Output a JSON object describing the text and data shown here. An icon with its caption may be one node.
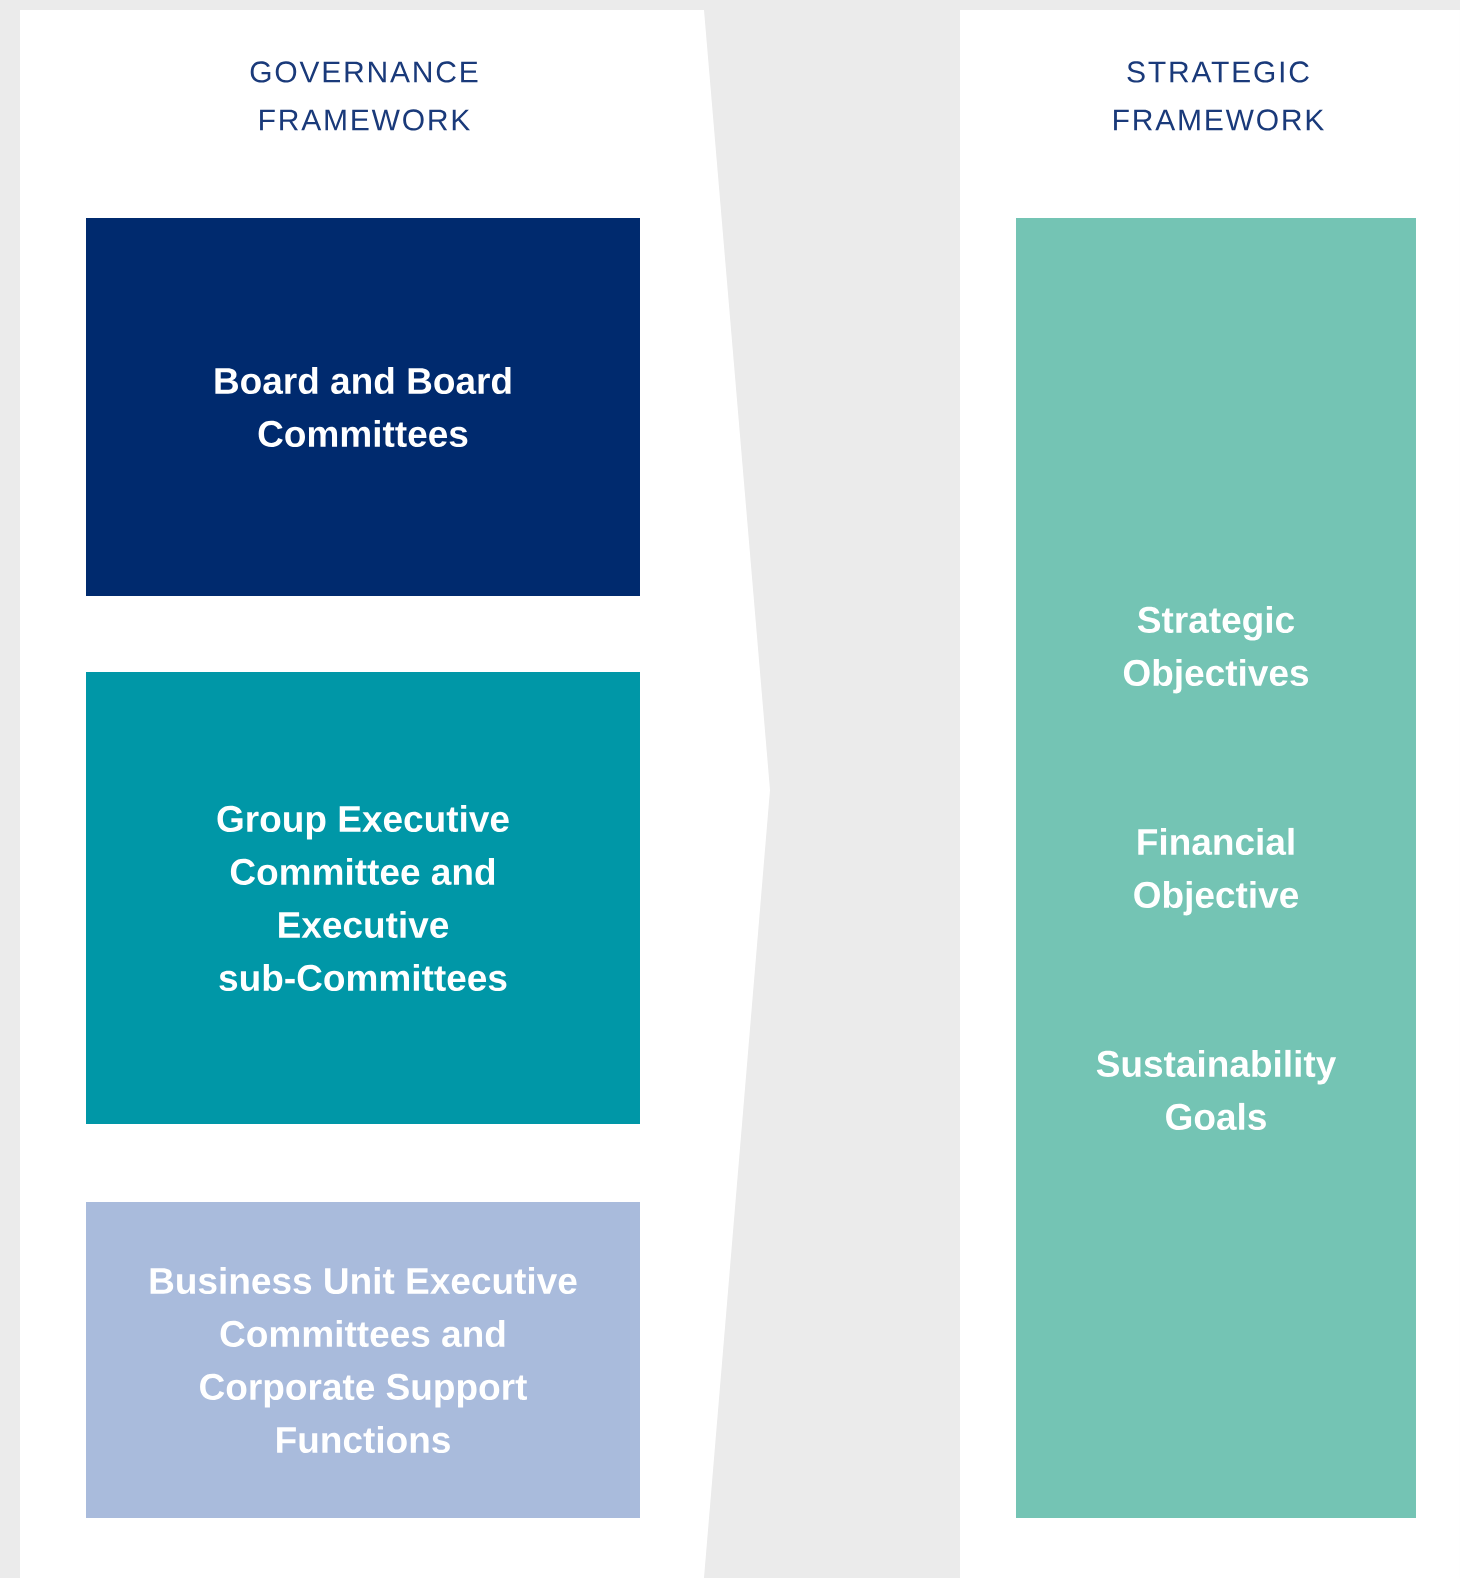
{
  "diagram": {
    "nodes": [
      {
        "text": [
          "GOVERNANCE FRAMEWORK"
        ]
      },
      {
        "text": [
          "Board and Board Committees"
        ],
        "in": 0
      },
      {
        "text": [
          "Group Executive Committee and Executive sub-Committees"
        ],
        "in": 0
      },
      {
        "text": [
          "Business Unit Executive Committees and Corporate Support Functions"
        ],
        "in": 0
      },
      {
        "text": [
          "STRATEGIC FRAMEWORK"
        ]
      },
      {
        "text": [
          "Strategic Objectives",
          "Financial Objective",
          "Sustainability Goals"
        ],
        "in": 4
      }
    ]
  }
}
